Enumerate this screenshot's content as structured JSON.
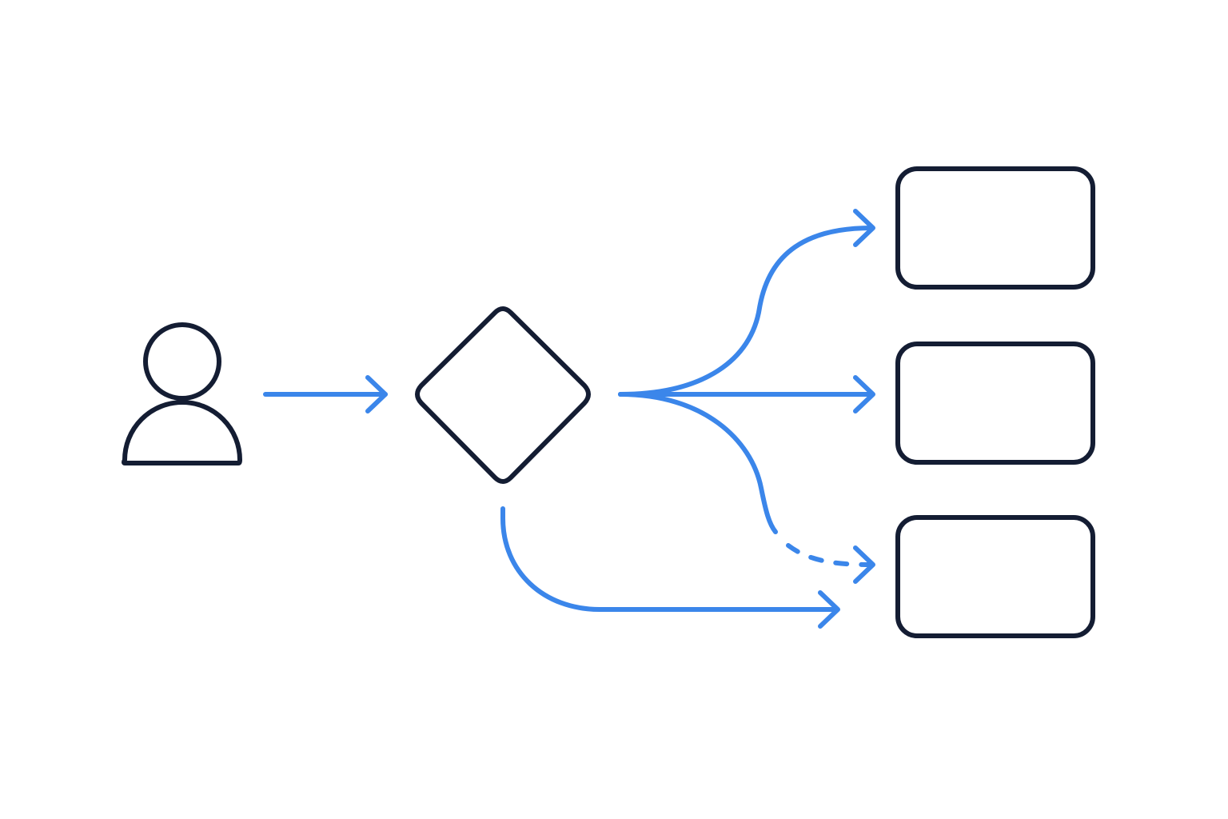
{
  "diagram": {
    "type": "flowchart",
    "colors": {
      "background": "#ffffff",
      "node_stroke": "#141d33",
      "edge_stroke": "#3b86ea"
    },
    "nodes": [
      {
        "id": "user",
        "shape": "person",
        "icon": "person-icon",
        "label": ""
      },
      {
        "id": "decision",
        "shape": "diamond",
        "label": ""
      },
      {
        "id": "box-top",
        "shape": "rounded-rectangle",
        "label": ""
      },
      {
        "id": "box-middle",
        "shape": "rounded-rectangle",
        "label": ""
      },
      {
        "id": "box-bottom",
        "shape": "rounded-rectangle",
        "label": ""
      }
    ],
    "edges": [
      {
        "from": "user",
        "to": "decision",
        "style": "solid"
      },
      {
        "from": "decision",
        "to": "box-top",
        "style": "solid"
      },
      {
        "from": "decision",
        "to": "box-middle",
        "style": "solid"
      },
      {
        "from": "decision",
        "to": "box-bottom",
        "style": "dashed"
      },
      {
        "from": "decision",
        "to": "box-bottom",
        "style": "solid",
        "route": "below"
      }
    ]
  }
}
